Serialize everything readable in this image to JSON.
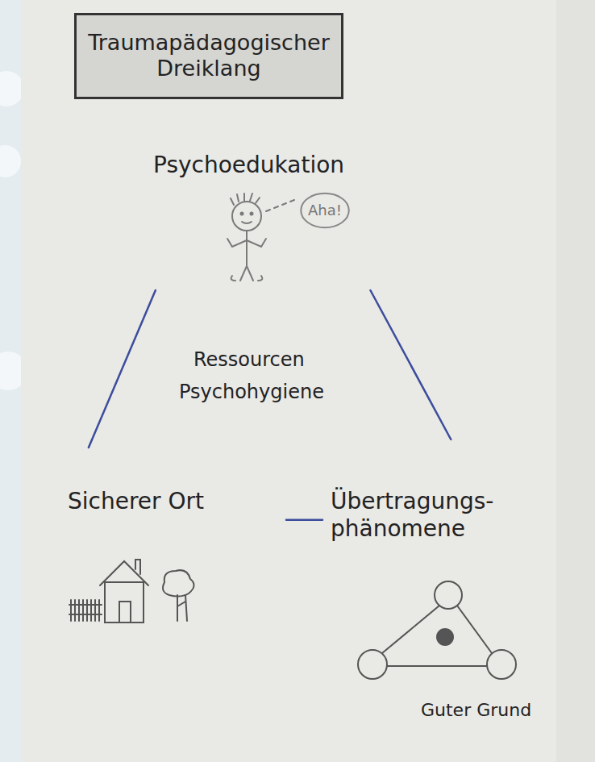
{
  "diagram": {
    "title": "Traumapädagogischer Dreiklang",
    "nodes": [
      {
        "text": [
          "Psychoedukation"
        ]
      },
      {
        "text": [
          "Aha!"
        ],
        "in": 0
      },
      {
        "text": [
          "Sicherer Ort"
        ]
      },
      {
        "text": [
          "Übertragungs- phänomene"
        ]
      }
    ],
    "edges": [
      {
        "from": 0,
        "to": 2,
        "arrow": "none"
      },
      {
        "from": 0,
        "to": 3,
        "arrow": "none"
      },
      {
        "from": 2,
        "to": 3,
        "arrow": "none"
      }
    ],
    "labels": [
      "Ressourcen",
      "Psychohygiene",
      "Guter Grund"
    ]
  }
}
